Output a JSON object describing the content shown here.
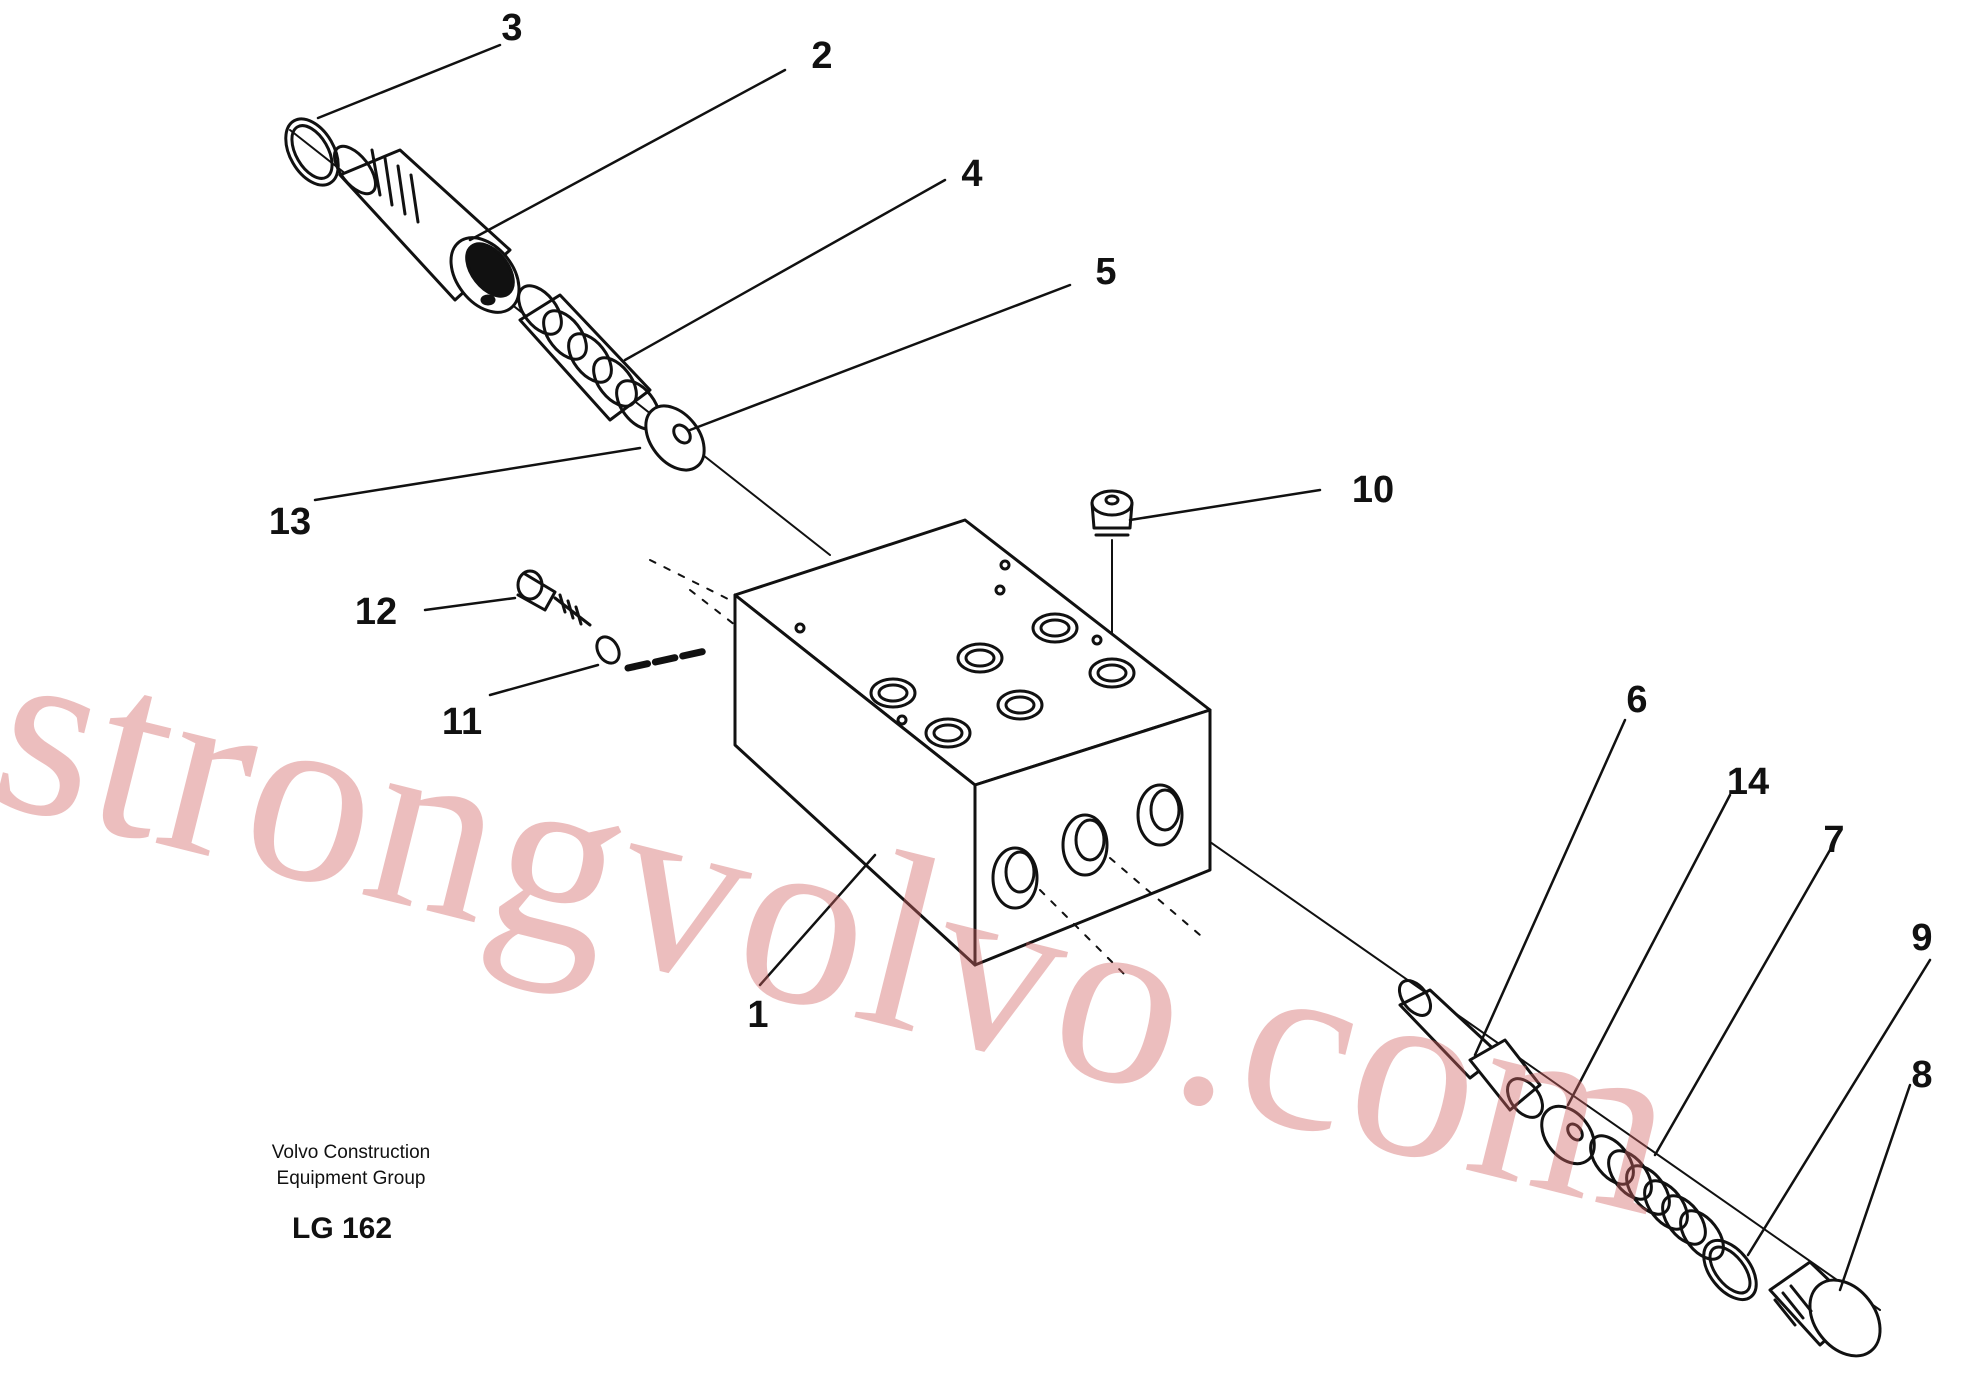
{
  "diagram": {
    "callouts": {
      "c1": "1",
      "c2": "2",
      "c3": "3",
      "c4": "4",
      "c5": "5",
      "c6": "6",
      "c7": "7",
      "c8": "8",
      "c9": "9",
      "c10": "10",
      "c11": "11",
      "c12": "12",
      "c13": "13",
      "c14": "14"
    },
    "publisher": {
      "line1": "Volvo Construction",
      "line2": "Equipment Group"
    },
    "reference": "LG 162",
    "watermark": "strongvolvo.com"
  }
}
